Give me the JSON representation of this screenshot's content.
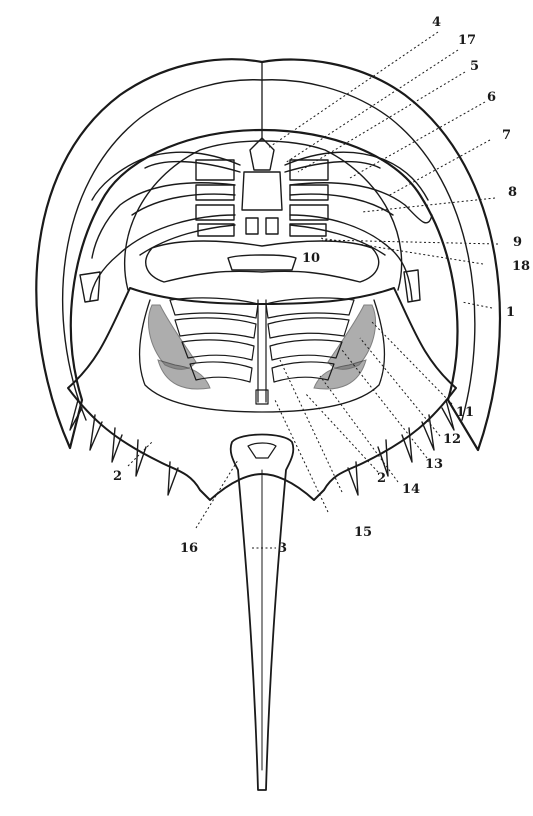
{
  "figure": {
    "colors": {
      "ink": "#1a1a1a",
      "paper": "#ffffff",
      "gill_shade": "#6b6b6b"
    },
    "callouts": [
      {
        "id": "c1",
        "text": "1"
      },
      {
        "id": "c2a",
        "text": "2"
      },
      {
        "id": "c2b",
        "text": "2"
      },
      {
        "id": "c3",
        "text": "3"
      },
      {
        "id": "c4",
        "text": "4"
      },
      {
        "id": "c5",
        "text": "5"
      },
      {
        "id": "c6",
        "text": "6"
      },
      {
        "id": "c7",
        "text": "7"
      },
      {
        "id": "c8",
        "text": "8"
      },
      {
        "id": "c9",
        "text": "9"
      },
      {
        "id": "c10",
        "text": "10"
      },
      {
        "id": "c11",
        "text": "11"
      },
      {
        "id": "c12",
        "text": "12"
      },
      {
        "id": "c13",
        "text": "13"
      },
      {
        "id": "c14",
        "text": "14"
      },
      {
        "id": "c15",
        "text": "15"
      },
      {
        "id": "c16",
        "text": "16"
      },
      {
        "id": "c17",
        "text": "17"
      },
      {
        "id": "c18",
        "text": "18"
      }
    ]
  }
}
